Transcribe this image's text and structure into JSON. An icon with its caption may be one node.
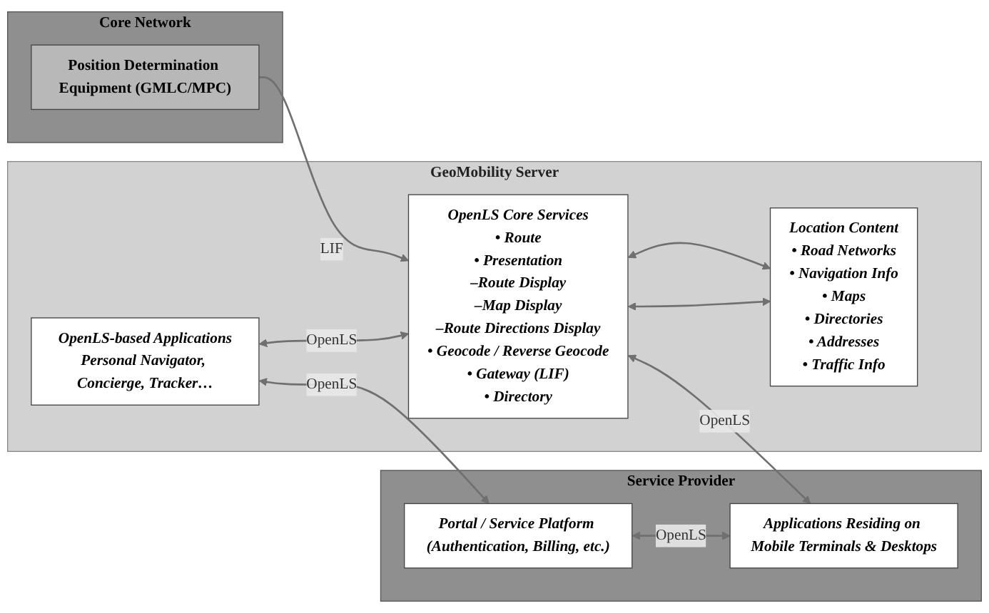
{
  "diagram": {
    "nodes": [
      {
        "text": [
          "Core Network"
        ]
      },
      {
        "text": [
          "Position Determination Equipment (GMLC/MPC)"
        ],
        "in": 0
      },
      {
        "text": [
          "GeoMobility Server"
        ]
      },
      {
        "text": [
          "OpenLS-based Applications",
          "Personal Navigator, Concierge, Tracker…"
        ],
        "in": 2
      },
      {
        "text": [
          "OpenLS Core Services",
          "• Route",
          "• Presentation",
          "–Route Display",
          "–Map Display",
          "–Route Directions Display",
          "• Geocode / Reverse Geocode",
          "• Gateway (LIF)",
          "• Directory"
        ],
        "in": 2
      },
      {
        "text": [
          "Location Content",
          "• Road Networks",
          "• Navigation Info",
          "• Maps",
          "• Directories",
          "• Addresses",
          "• Traffic Info"
        ],
        "in": 2
      },
      {
        "text": [
          "Service Provider"
        ]
      },
      {
        "text": [
          "Portal / Service Platform (Authentication, Billing, etc.)"
        ],
        "in": 6
      },
      {
        "text": [
          "Applications Residing on Mobile Terminals & Desktops"
        ],
        "in": 6
      }
    ],
    "edges": [
      {
        "from": 1,
        "to": 4,
        "arrow": "to",
        "label": "LIF"
      },
      {
        "from": 3,
        "to": 7,
        "arrow": "both",
        "label": "OpenLS"
      },
      {
        "from": 3,
        "to": 4,
        "arrow": "both",
        "label": "OpenLS"
      },
      {
        "from": 7,
        "to": 8,
        "arrow": "both",
        "label": "OpenLS"
      },
      {
        "from": 4,
        "to": 8,
        "arrow": "both",
        "label": "OpenLS"
      },
      {
        "from": 4,
        "to": 5,
        "arrow": "both"
      },
      {
        "from": 4,
        "to": 5,
        "arrow": "both"
      }
    ]
  }
}
